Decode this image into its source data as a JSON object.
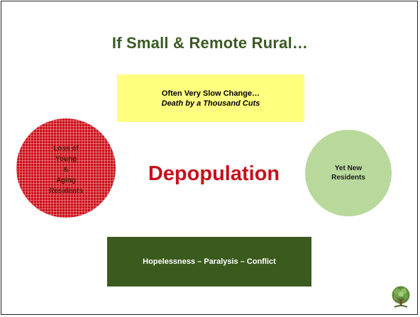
{
  "slide": {
    "title": "If Small & Remote Rural…",
    "change_box": {
      "line1": "Often Very Slow Change…",
      "line2": "Death by a Thousand Cuts"
    },
    "left_circle": {
      "lines": [
        "Loss of",
        "Young",
        "&",
        "Aging",
        "Residents"
      ]
    },
    "center_label": "Depopulation",
    "right_circle": {
      "lines": [
        "Yet New",
        "Residents"
      ]
    },
    "bottom_box": "Hopelessness – Paralysis – Conflict",
    "logo_icon": "tree-logo-icon"
  },
  "colors": {
    "title": "#3a5a23",
    "yellow_box": "#ffff80",
    "red_circle": "#c8101b",
    "depopulation_text": "#c8101b",
    "green_circle": "#b9d99c",
    "bottom_box": "#3a5a1e"
  }
}
